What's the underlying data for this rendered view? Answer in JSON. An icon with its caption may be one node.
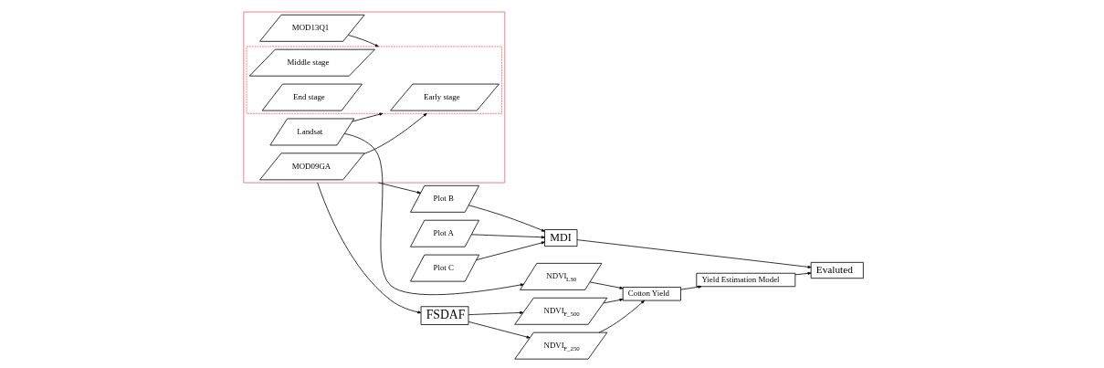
{
  "diagram": {
    "nodes": [
      {
        "text": [],
        "shape": "box"
      },
      {
        "text": [
          "MOD09GA"
        ],
        "in": 0
      },
      {
        "text": [
          "MOD13Q1"
        ],
        "in": 0
      },
      {
        "text": [
          "Landsat"
        ],
        "in": 0
      },
      {
        "text": [],
        "shape": "box",
        "in": 0
      },
      {
        "text": [
          "Early stage"
        ],
        "in": 4
      },
      {
        "text": [
          "Middle stage"
        ],
        "in": 4
      },
      {
        "text": [
          "End stage"
        ],
        "in": 4
      },
      {
        "text": [
          "Plot A"
        ]
      },
      {
        "text": [
          "Plot B"
        ]
      },
      {
        "text": [
          "Plot C"
        ]
      },
      {
        "text": [
          "MDI"
        ]
      },
      {
        "text": [
          "Evaluted"
        ]
      },
      {
        "text": [
          "FSDAF"
        ]
      },
      {
        "text": [
          "NDVI$_{F_250}$"
        ]
      },
      {
        "text": [
          "NDVI$_{F_500}$"
        ]
      },
      {
        "text": [
          "NDVI$_{L30}$"
        ]
      },
      {
        "text": [
          "Yield Estimation Model"
        ]
      },
      {
        "text": [
          "Cotton Yield"
        ]
      }
    ],
    "edges": [
      {
        "from": 1,
        "to": 4,
        "arrow": "to"
      },
      {
        "from": 2,
        "to": 4,
        "arrow": "to"
      },
      {
        "from": 3,
        "to": 4,
        "arrow": "to"
      },
      {
        "from": 0,
        "to": 9,
        "arrow": "to"
      },
      {
        "from": 0,
        "to": 13,
        "arrow": "to"
      },
      {
        "from": 3,
        "to": 16,
        "arrow": "to"
      },
      {
        "from": 8,
        "to": 11,
        "arrow": "to"
      },
      {
        "from": 9,
        "to": 11,
        "arrow": "to"
      },
      {
        "from": 10,
        "to": 11,
        "arrow": "to"
      },
      {
        "from": 11,
        "to": 12,
        "arrow": "to"
      },
      {
        "from": 13,
        "to": 14,
        "arrow": "to"
      },
      {
        "from": 13,
        "to": 15,
        "arrow": "to"
      },
      {
        "from": 14,
        "to": 18,
        "arrow": "to"
      },
      {
        "from": 15,
        "to": 18,
        "arrow": "to"
      },
      {
        "from": 16,
        "to": 18,
        "arrow": "to"
      },
      {
        "from": 18,
        "to": 17,
        "arrow": "to"
      },
      {
        "from": 17,
        "to": 12,
        "arrow": "to"
      }
    ]
  }
}
